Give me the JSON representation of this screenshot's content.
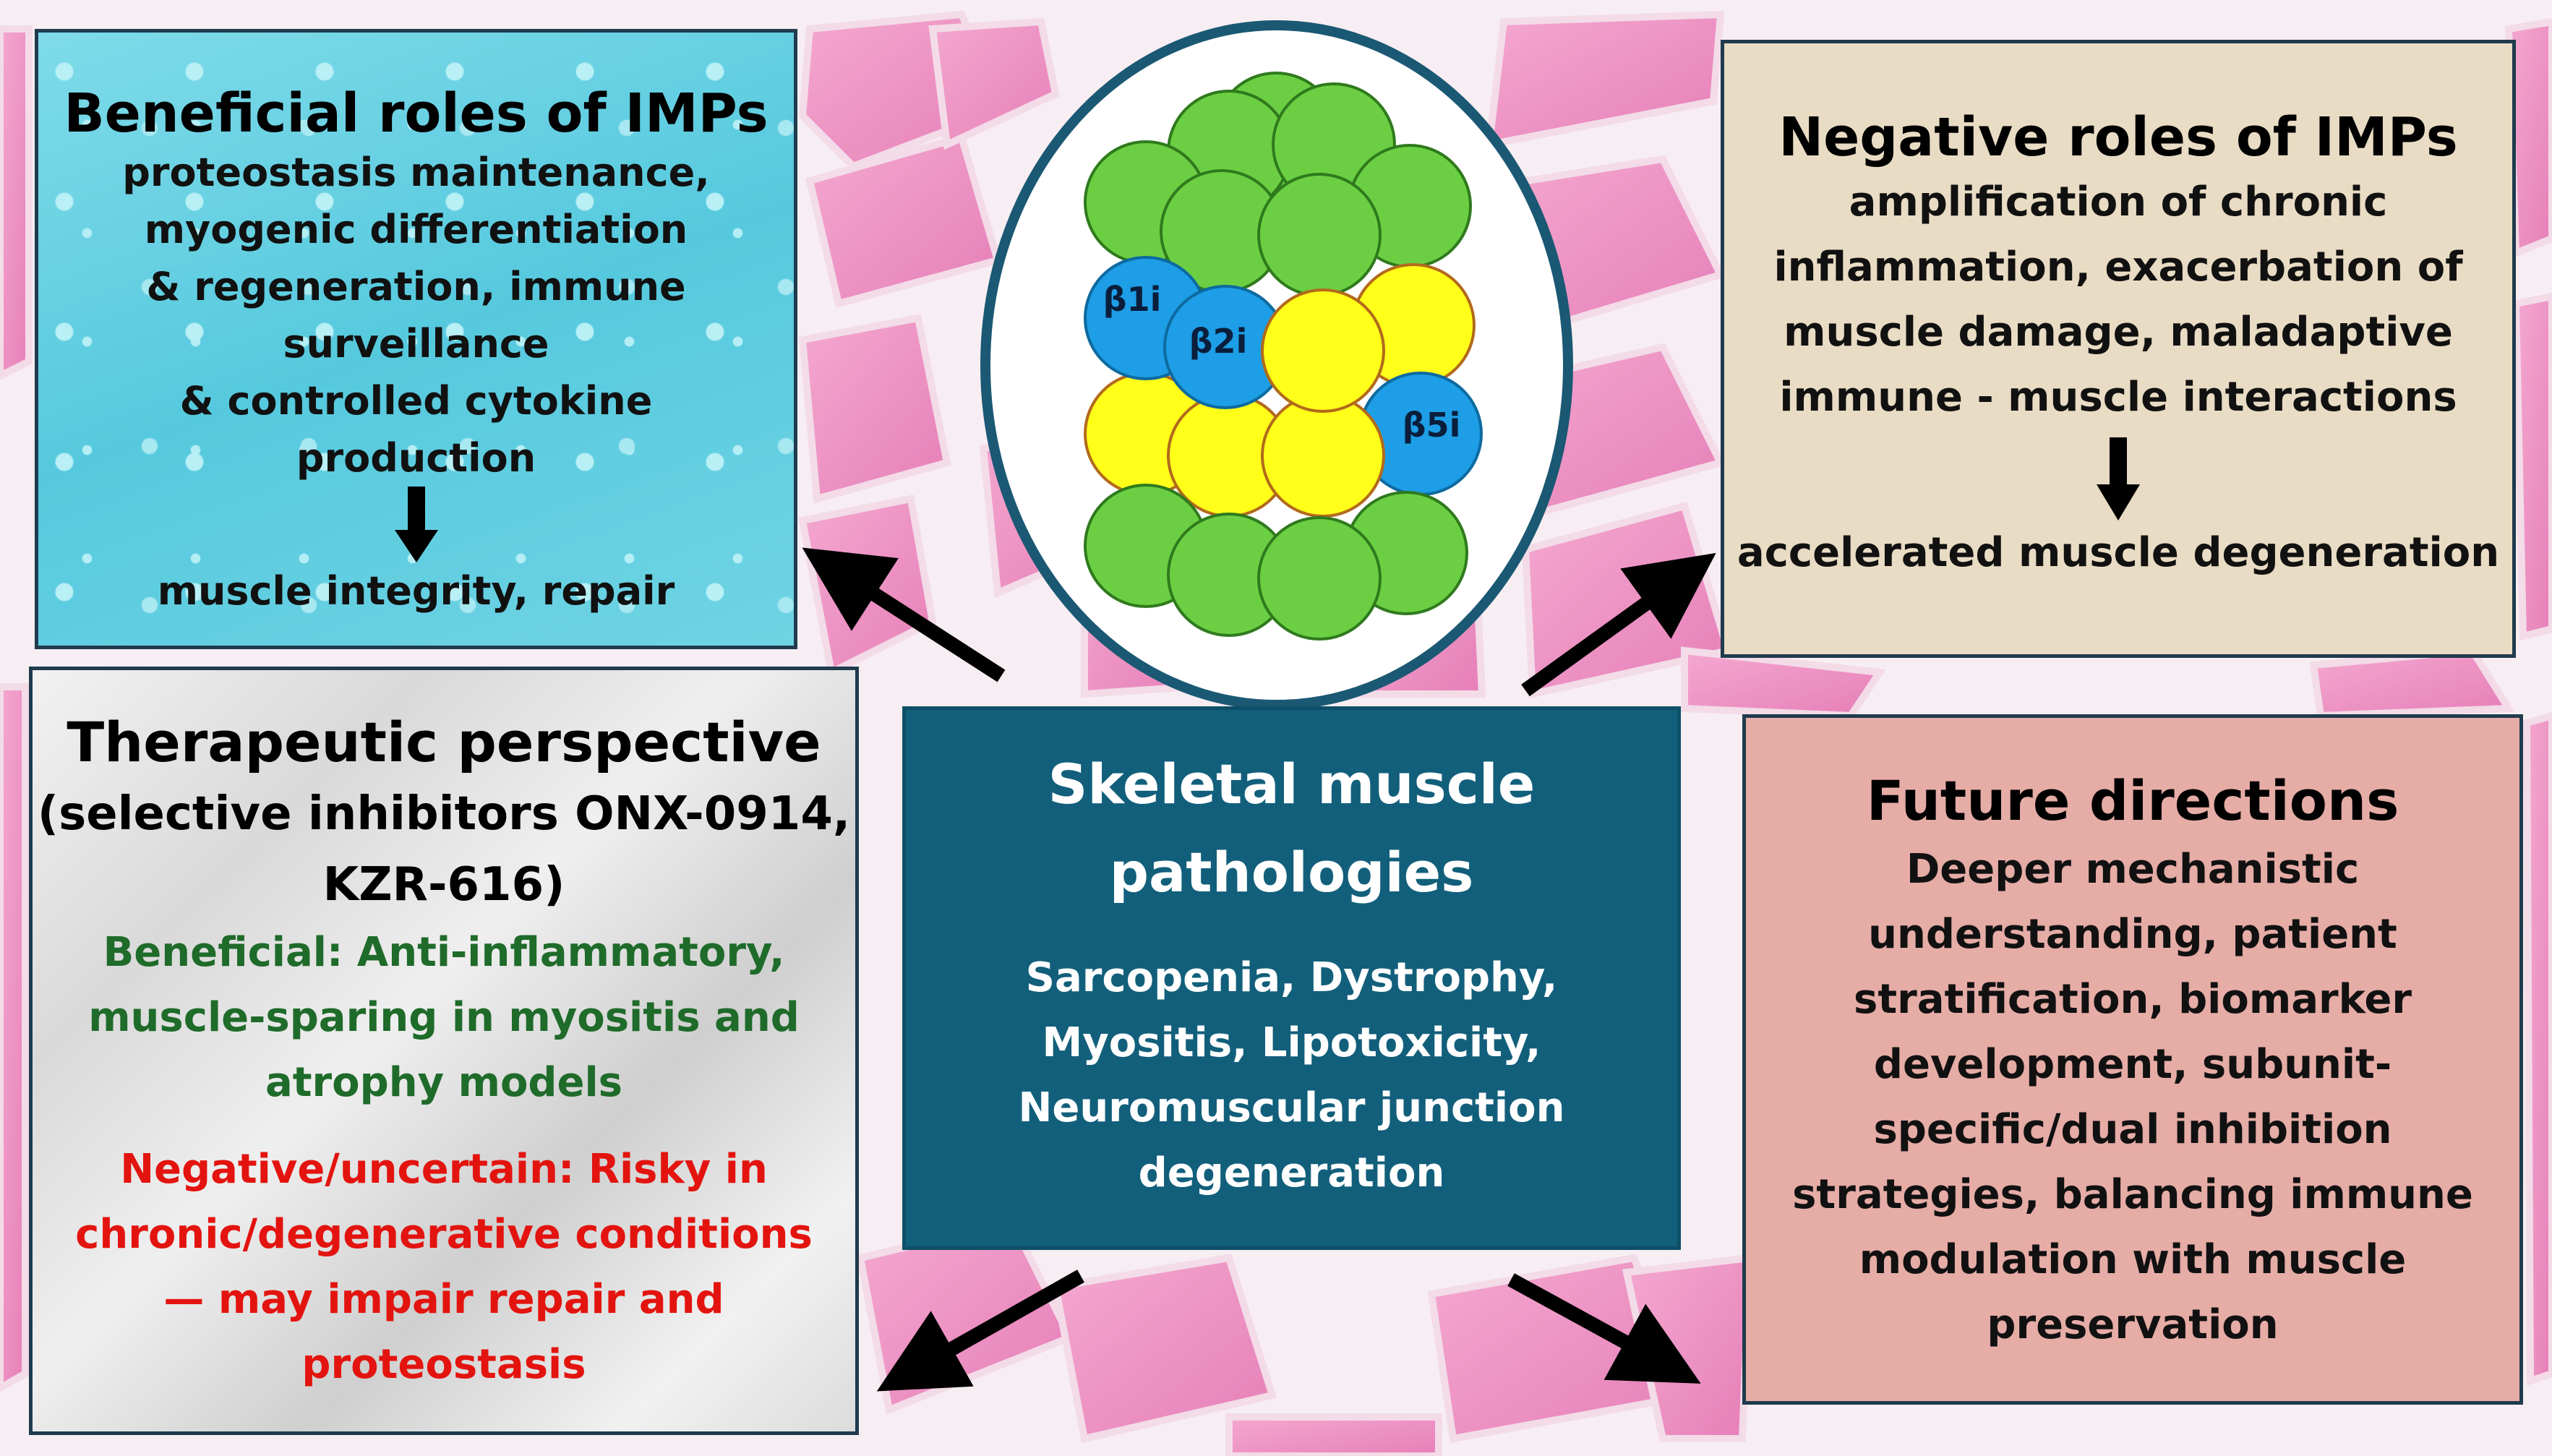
{
  "beneficial": {
    "title": "Beneficial roles of IMPs",
    "lines": [
      "proteostasis maintenance,",
      "myogenic differentiation",
      "& regeneration, immune",
      "surveillance",
      "& controlled cytokine",
      "production"
    ],
    "outcome": "muscle integrity, repair"
  },
  "negative": {
    "title": "Negative roles of IMPs",
    "lines": [
      "amplification of chronic",
      "inflammation,  exacerbation of",
      "muscle damage, maladaptive",
      "immune - muscle interactions"
    ],
    "outcome": "accelerated muscle degeneration"
  },
  "therapeutic": {
    "title": "Therapeutic perspective",
    "subtitle_lines": [
      "(selective inhibitors ONX-0914,",
      "KZR-616)"
    ],
    "beneficial_lines": [
      "Beneficial: Anti-inflammatory,",
      "muscle-sparing in myositis and",
      "atrophy models"
    ],
    "negative_lines": [
      "Negative/uncertain: Risky in",
      "chronic/degenerative conditions",
      "— may impair repair and",
      "proteostasis"
    ]
  },
  "center": {
    "title_lines": [
      "Skeletal muscle",
      "pathologies"
    ],
    "lines": [
      "Sarcopenia, Dystrophy,",
      "Myositis, Lipotoxicity,",
      "Neuromuscular junction",
      "degeneration"
    ]
  },
  "future": {
    "title": "Future directions",
    "lines": [
      "Deeper mechanistic",
      "understanding, patient",
      "stratification, biomarker",
      "development, subunit-",
      "specific/dual inhibition",
      "strategies, balancing immune",
      "modulation with muscle",
      "preservation"
    ]
  },
  "proteasome": {
    "labels": {
      "b1": "β1i",
      "b2": "β2i",
      "b5": "β5i"
    }
  },
  "colors": {
    "ring_green": "#6ccf43",
    "alpha_yellow": "#ffff19",
    "beta_blue": "#1d9ee6",
    "muscle_pink": "#ef9cc7",
    "center_box": "#125f7b"
  }
}
